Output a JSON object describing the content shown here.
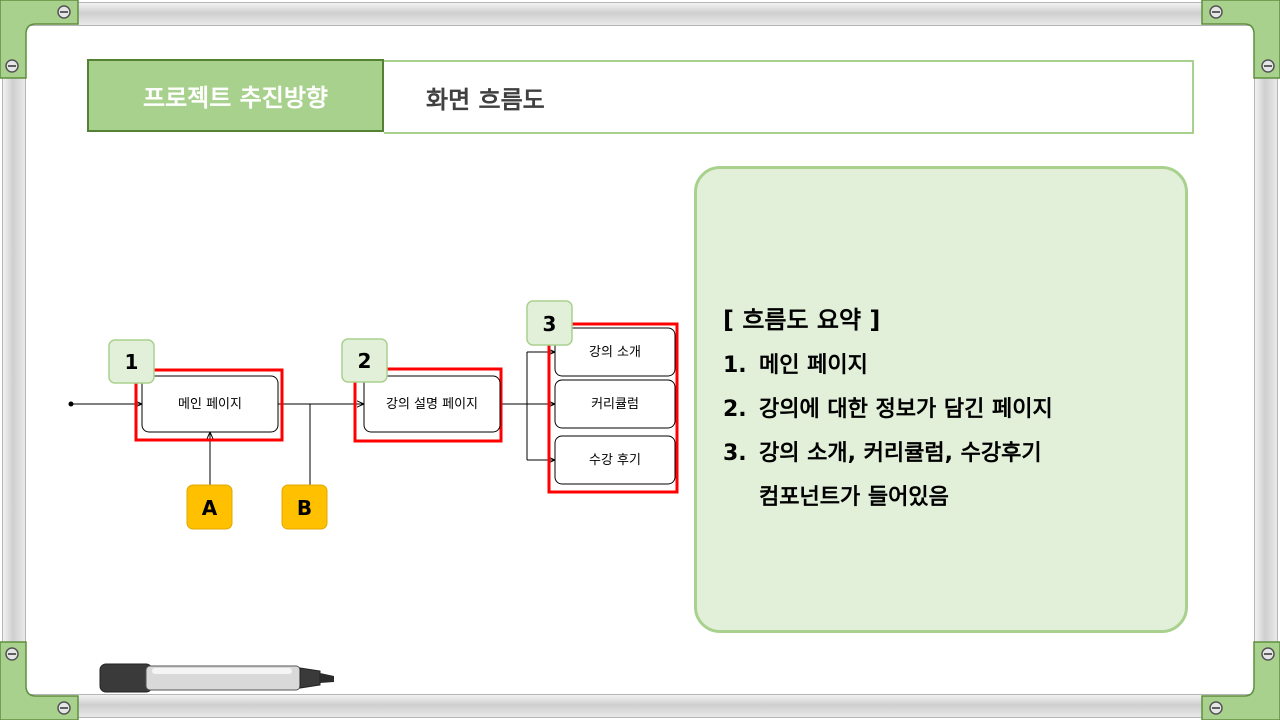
{
  "header": {
    "tag": "프로젝트 추진방향",
    "title": "화면 흐름도"
  },
  "flow": {
    "nodes": {
      "main": "메인 페이지",
      "course_detail": "강의 설명 페이지",
      "intro": "강의 소개",
      "curriculum": "커리큘럼",
      "review": "수강 후기"
    },
    "badges": {
      "one": "1",
      "two": "2",
      "three": "3",
      "a": "A",
      "b": "B"
    },
    "colors": {
      "highlight": "#ff0000",
      "step_badge": "#e2f0d9",
      "step_badge_border": "#a9d18e",
      "letter_badge": "#ffc000"
    }
  },
  "summary": {
    "title": "[ 흐름도 요약 ]",
    "items": [
      {
        "num": "1.",
        "text": "메인 페이지"
      },
      {
        "num": "2.",
        "text": "강의에 대한 정보가 담긴 페이지"
      },
      {
        "num": "3.",
        "text": "강의 소개, 커리큘럼, 수강후기\n컴포넌트가 들어있음"
      }
    ]
  },
  "theme": {
    "accent": "#a9d18e",
    "accent_dark": "#548235",
    "panel_bg": "#e2f0d9"
  }
}
